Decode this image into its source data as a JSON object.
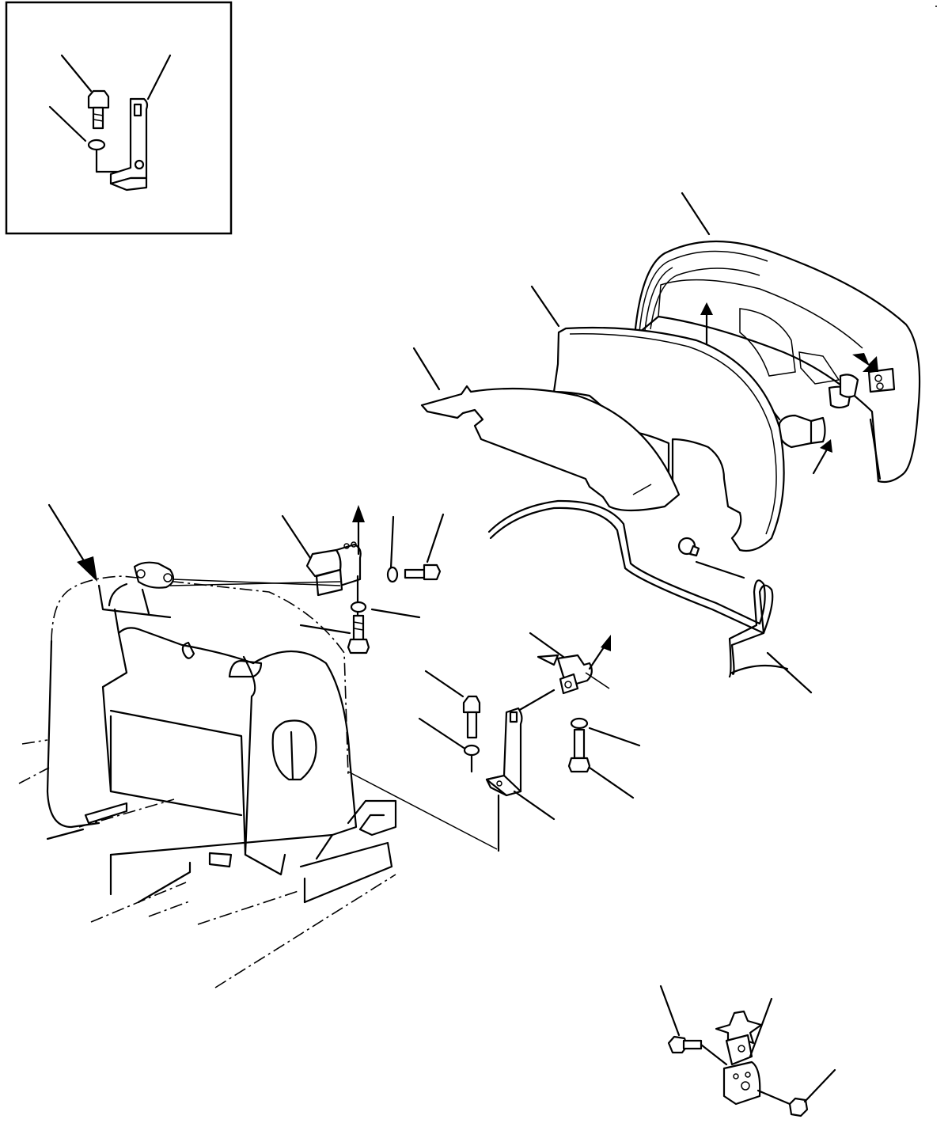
{
  "figure": {
    "type": "exploded-parts-diagram",
    "labels_printed": false,
    "parts": [
      "detail-inset-bracket",
      "fender-outer-shell",
      "fender-panel",
      "fender-liner",
      "edge-trim-seal",
      "side-lamp",
      "hinge-bracket",
      "support-bracket",
      "bolt",
      "washer",
      "nut",
      "clip-screw",
      "detail-hinge-plate",
      "machine-body"
    ],
    "colors": {
      "line": "#000000",
      "background": "#ffffff"
    }
  }
}
